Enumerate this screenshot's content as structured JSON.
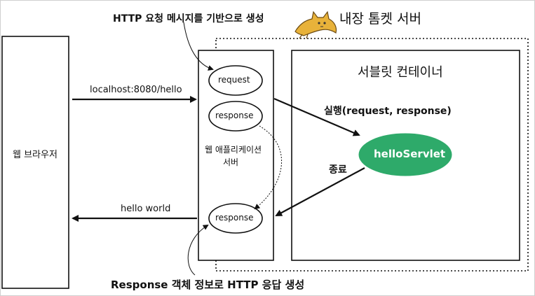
{
  "labels": {
    "top_annotation": "HTTP 요청 메시지를 기반으로 생성",
    "bottom_annotation": "Response 객체 정보로 HTTP 응답 생성",
    "tomcat_server": "내장 톰켓 서버",
    "servlet_container": "서블릿 컨테이너",
    "web_browser": "웹 브라우저",
    "was_line1": "웹 애플리케이션",
    "was_line2": "서버",
    "request_url": "localhost:8080/hello",
    "response_body": "hello world",
    "request_obj": "request",
    "response_obj": "response",
    "response_obj_2": "response",
    "execute_call": "실행(request, response)",
    "finish": "종료",
    "servlet_name": "helloServlet"
  },
  "icons": {
    "tomcat": "tomcat-cat-logo-icon"
  },
  "colors": {
    "servlet_fill": "#2eaa6a",
    "servlet_text": "#ffffff",
    "logo_fill": "#e8b23a",
    "line": "#111111"
  }
}
